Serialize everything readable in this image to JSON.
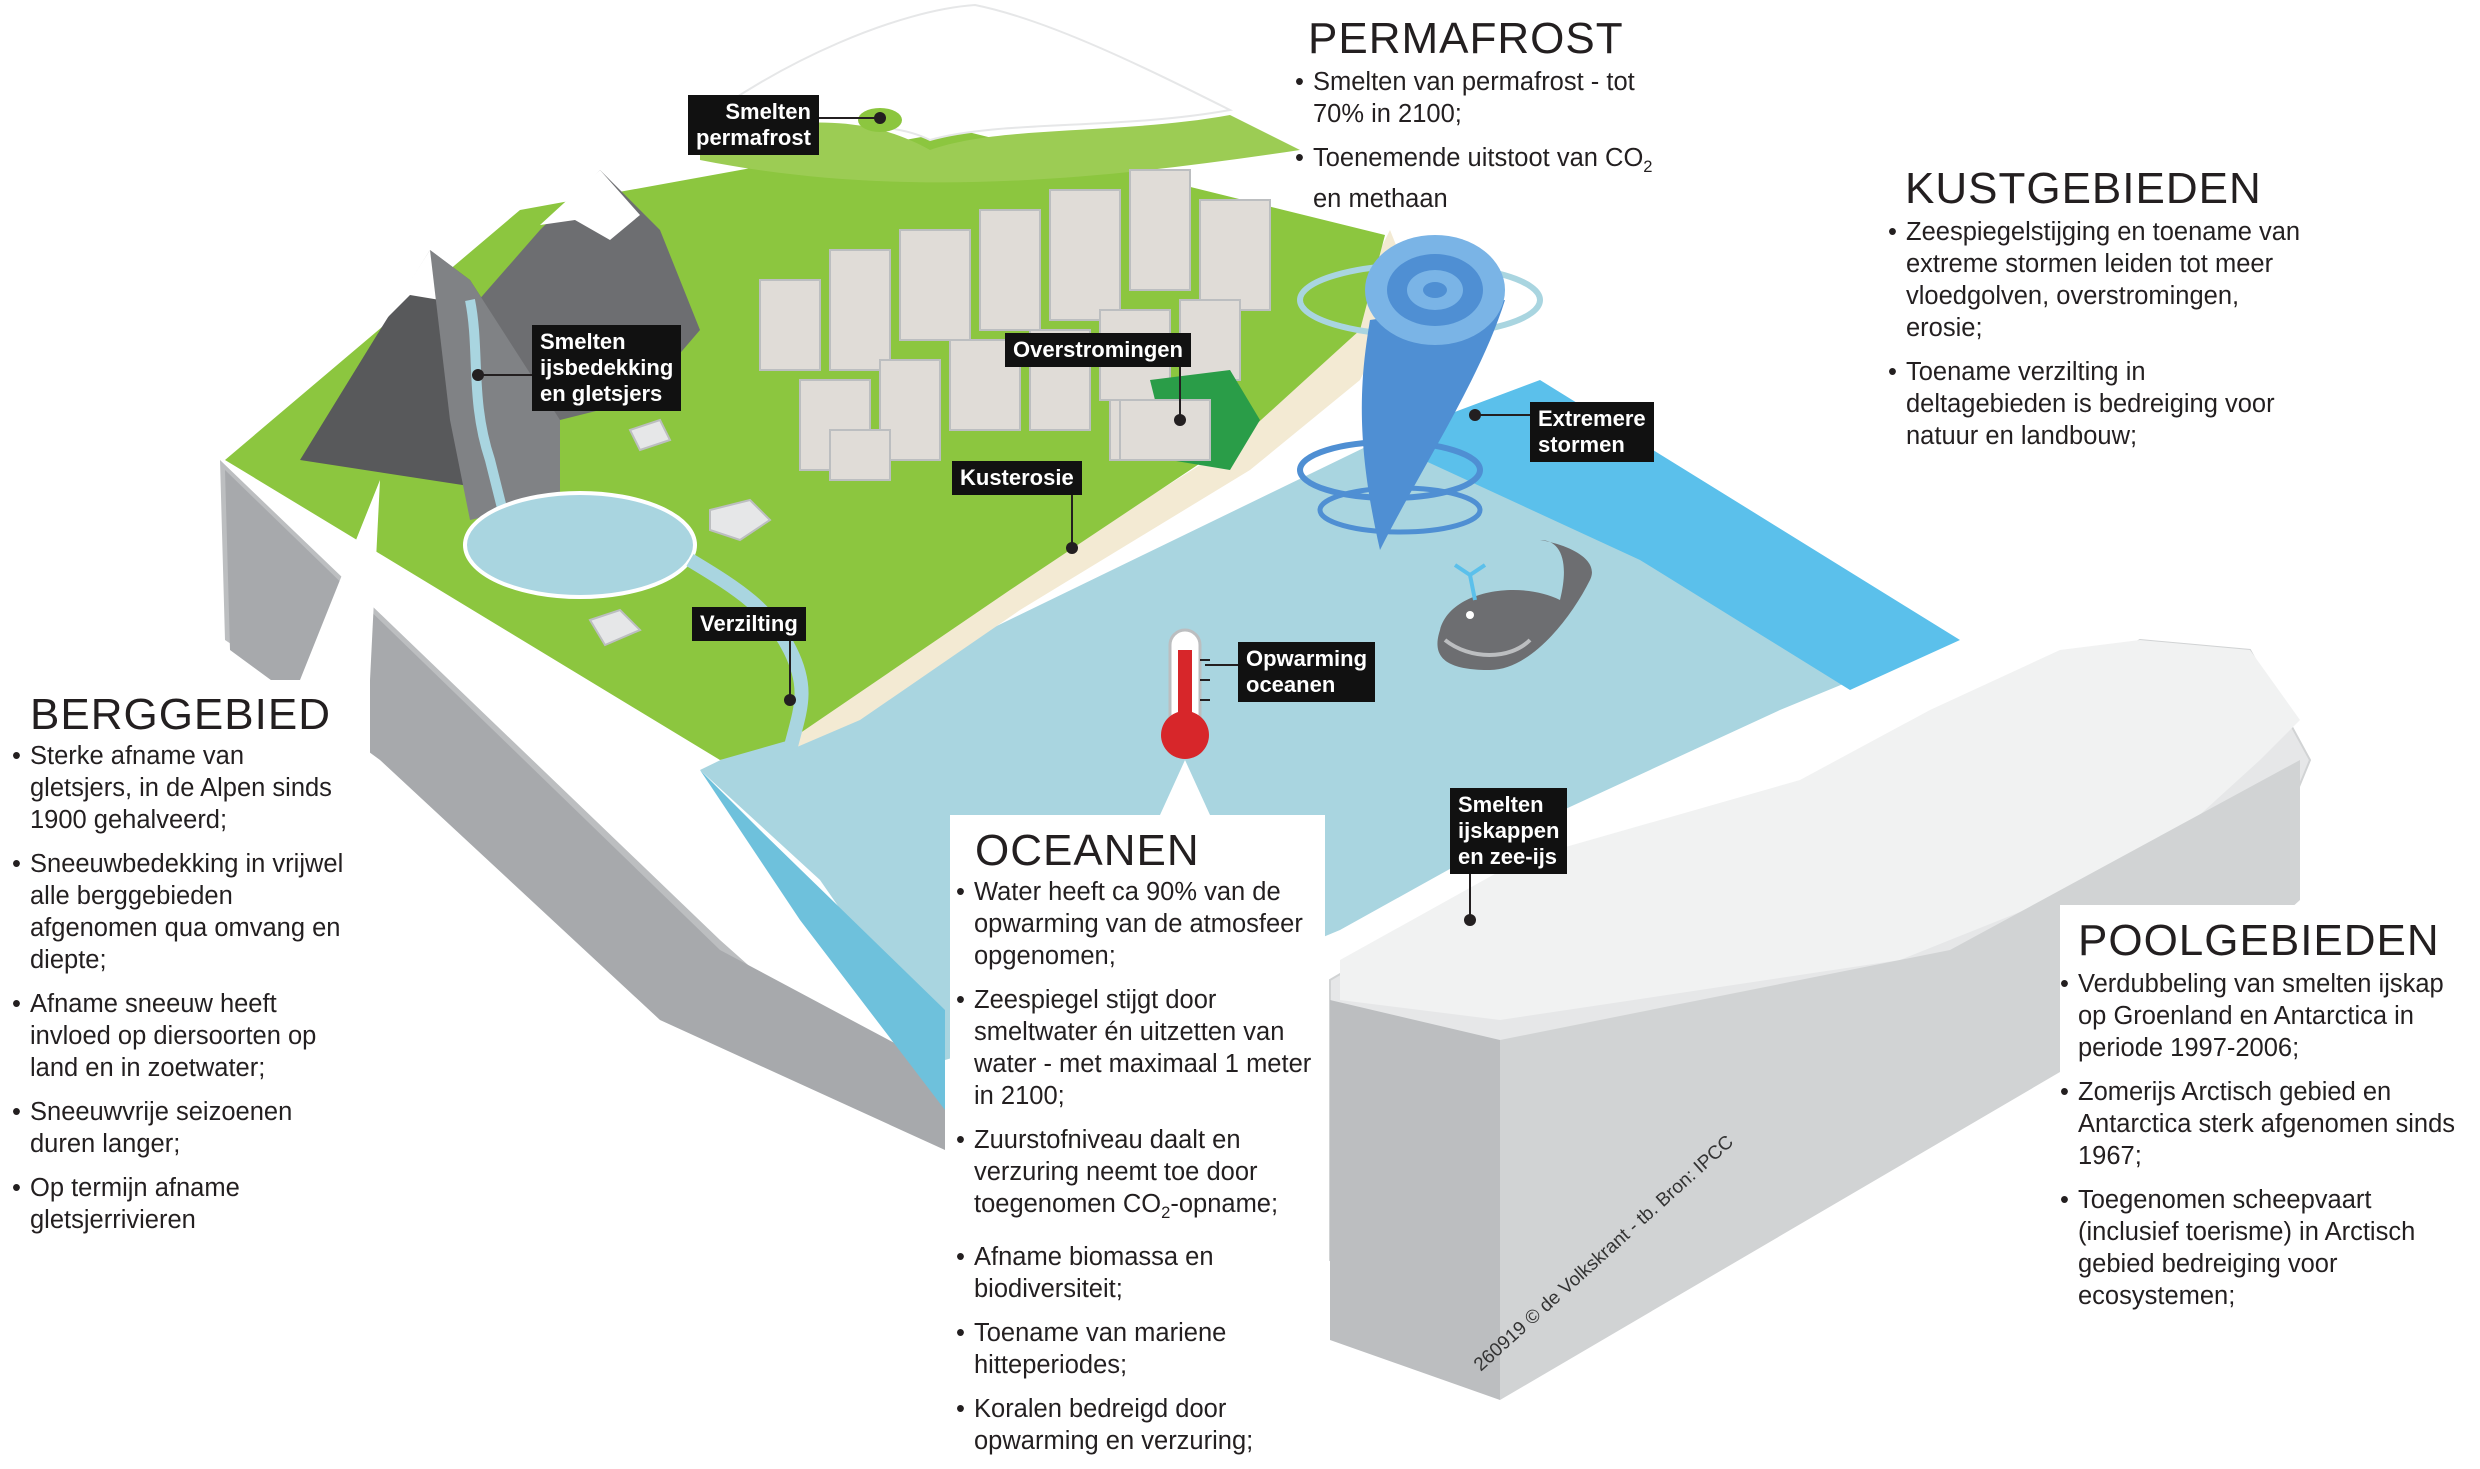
{
  "colors": {
    "grass": "#8cc63f",
    "water": "#a9d5e0",
    "deep_water": "#5bc0eb",
    "rock": "#6d6e71",
    "snow": "#ffffff",
    "ground_side": "#bcbec0",
    "ice": "#e6e7e8",
    "sand": "#f3ead3",
    "building": "#e0dcd7",
    "label_bg": "#111111",
    "thermometer": "#d7262a",
    "storm": "#4f8fd3"
  },
  "icons": [
    "mountain-icon",
    "thermometer-icon",
    "whale-icon",
    "storm-funnel-icon",
    "iceberg-icon",
    "city-block-icon"
  ],
  "sections": {
    "permafrost": {
      "title": "PERMAFROST",
      "bullets": [
        "Smelten van permafrost - tot 70% in 2100;"
      ],
      "bullet2_pre": "Toenemende uitstoot van CO",
      "bullet2_sub": "2",
      "bullet2_post": " en methaan"
    },
    "kust": {
      "title": "KUSTGEBIEDEN",
      "bullets": [
        "Zeespiegelstijging en toename van extreme stormen leiden tot meer vloedgolven, overstromingen, erosie;",
        "Toename verzilting in deltagebieden is bedreiging voor natuur en landbouw;"
      ]
    },
    "berg": {
      "title": "BERGGEBIED",
      "bullets": [
        "Sterke afname van gletsjers, in de Alpen sinds 1900 gehalveerd;",
        "Sneeuwbedekking in vrijwel alle berggebieden afgenomen qua omvang en diepte;",
        "Afname sneeuw heeft invloed op diersoorten op land en in zoetwater;",
        "Sneeuwvrije seizoenen duren langer;",
        "Op termijn afname gletsjerrivieren"
      ]
    },
    "oceanen": {
      "title": "OCEANEN",
      "bullets_a": [
        "Water heeft ca 90% van de opwarming van de atmosfeer opgenomen;",
        "Zeespiegel stijgt door smeltwater én uitzetten van water - met maximaal 1 meter in 2100;"
      ],
      "b3_pre": "Zuurstofniveau daalt en verzuring neemt toe door toegenomen CO",
      "b3_sub": "2",
      "b3_post": "-opname;",
      "bullets_b": [
        "Afname biomassa en biodiversiteit;",
        "Toename van mariene hitteperiodes;",
        "Koralen bedreigd door opwarming  en verzuring;"
      ]
    },
    "pool": {
      "title": "POOLGEBIEDEN",
      "bullets": [
        "Verdubbeling van smelten ijskap op Groenland en Antarctica in periode 1997-2006;",
        "Zomerijs Arctisch gebied en Antarctica sterk afgenomen sinds 1967;",
        "Toegenomen scheepvaart (inclusief toerisme) in Arctisch gebied bedreiging voor ecosystemen;"
      ]
    }
  },
  "labels": {
    "smelten_permafrost": [
      "Smelten",
      "permafrost"
    ],
    "ijsbedekking": [
      "Smelten",
      "ijsbedekking",
      "en gletsjers"
    ],
    "overstromingen": [
      "Overstromingen"
    ],
    "kusterosie": [
      "Kusterosie"
    ],
    "verzilting": [
      "Verzilting"
    ],
    "stormen": [
      "Extremere",
      "stormen"
    ],
    "opwarming": [
      "Opwarming",
      "oceanen"
    ],
    "ijskappen": [
      "Smelten",
      "ijskappen",
      "en zee-ijs"
    ]
  },
  "credit": "260919 © de Volkskrant - tb. Bron: IPCC"
}
